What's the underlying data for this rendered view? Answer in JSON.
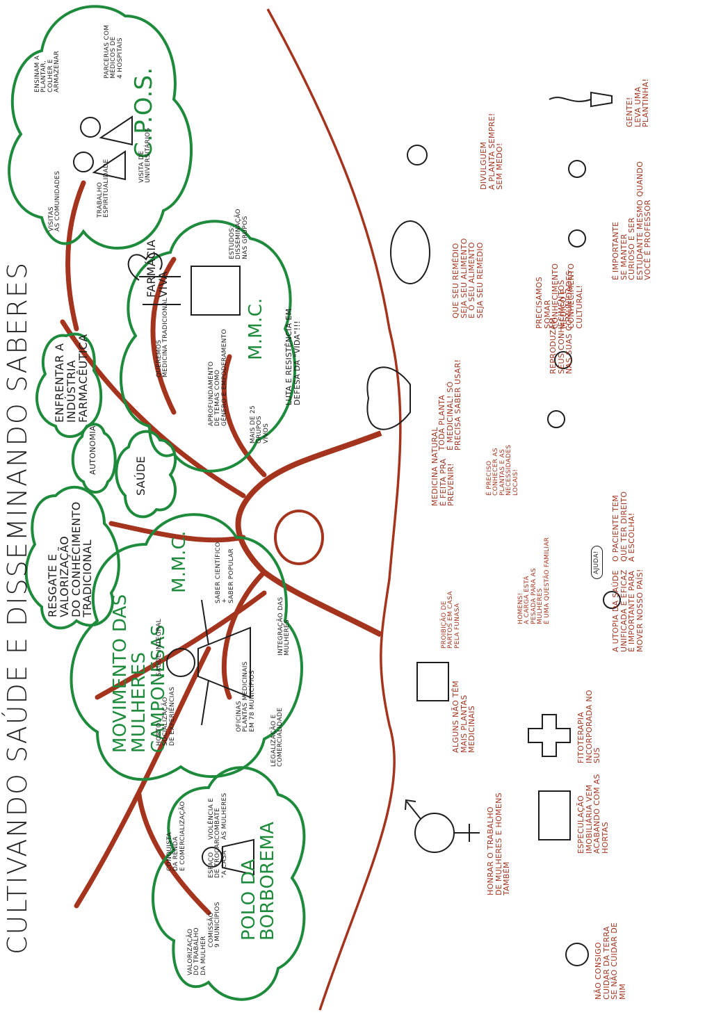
{
  "title": "CULTIVANDO SAÚDE E DISSEMINANDO SABERES",
  "branches": {
    "resgate": "RESGATE e VALORIZAÇÃO\ndo CONHECIMENTO TRADICIONAL",
    "saude": "SAÚDE",
    "autonomia": "AUTONOMIA",
    "enfrentar": "ENFRENTAR A\nINDÚSTRIA FARMACÊUTICA"
  },
  "polo": {
    "name": "POLO DA\nBORBOREMA",
    "items": [
      "VALORIZAÇÃO\ndo TRABALHO\nda MULHER",
      "CONQUISTA\nda RENDA\ne COMERCIALIZAÇÃO",
      "VIOLÊNCIA e\nCOMBATE\nàs MULHERES",
      "ESPAÇO\nDE TROCAR\n\"A CASA\"",
      "COMISSÃO\n9 MUNICÍPIOS"
    ]
  },
  "mmc1": {
    "name": "MOVIMENTO DAS MULHERES\nCAMPONESAS",
    "abbr": "M.M.C.",
    "items": [
      "SAÚDE INTEGRAL",
      "HORTO:\nSOCIALIZAÇÃO\nDE EXPERIÊNCIAS",
      "OFICINAS\nPLANTAS MEDICINAIS\nem 78 MUNICÍPIOS",
      "SABER CIENTÍFICO\n+\nSABER POPULAR",
      "INTEGRAÇÃO DAS\nMULHERES",
      "LEGALIZAÇÃO e\nCOMERCIALIDADE"
    ]
  },
  "mmc2": {
    "name": "M.M.C.",
    "heading": "FARMÁCIA\nVIVA",
    "items": [
      "QUEREMOS\nMEDICINA TRADICIONAL",
      "APROFUNDAMENTO\nde TEMAS como\nGÊNERO e EMPODERAMENTO",
      "ESTUDOS:\nDISSEMINAÇÃO\nNAS GRUPOS",
      "LUTA e RESISTÊNCIA em\nDEFESA da \"VIDA\"!!!",
      "MAIS DE 25\nGRUPOS\nVIVOS"
    ]
  },
  "cpos": {
    "name": "C.P.O.S.",
    "items": [
      "VISITAS\nàs COMUNIDADES",
      "TRABALHO\nESPIRITUALIDADE",
      "ENSINAM A\nPLANTAR,\nCOLHER e\nARMAZENAR",
      "PARCERIAS com\nMÉDICOS de\n4 HOSPITAIS",
      "VISITA de\nUNIVERSITÁRIOS"
    ]
  },
  "roots": [
    "NÃO CONSIGO\nCUIDAR da TERRA\nSE NÃO CUIDAR DE\nMIM",
    "HONRAR o TRABALHO\nde MULHERES e HOMENS\nTAMBÉM",
    "ESPECULAÇÃO\nIMOBILIÁRIA VEM\nACABANDO com as\nHORTAS",
    "FITOTERAPIA\nINCORPORADA no\nSUS",
    "ALGUNS NÃO TÊM\nMAIS PLANTAS\nMEDICINAIS",
    "PROIBIÇÃO DE\nPARTOS em CASA\nPELA FUNASA",
    "A UTOPIA da SAÚDE\nUNIFICADA e EFICAZ\nÉ IMPORTANTE PARA\nMOVER NOSSO PAÍS!",
    "HOMENS!\nA CARGA ESTÁ\nPESADA PARA as\nMULHERES\nÉ UMA QUESTÃO FAMILIAR",
    "MEDICINA NATURAL\né FEITA PRA\nPREVENIR!",
    "O PACIENTE TEM\nQUE TER DIREITO\nA ESCOLHA!",
    "TODA PLANTA\né MEDICINAL! SÓ\nPRECISA SABER USAR!",
    "É PRECISO\nCONHECER AS\nPLANTAS e as\nNECESSIDADES\nLOCAIS!",
    "REPRODUZAM\nSEUS CONHECIMENTOS\nNAS SUAS COMUNIDADES",
    "QUE SEU REMÉDIO\nSEJA SEU ALIMENTO\nE O SEU ALIMENTO\nSEJA SEU REMÉDIO",
    "PRECISAMOS\nSOMAR\nCONHECIMENTO\nMÉDICO e\nCONHECIMENTO\nCULTURAL!",
    "DIVULGUEM\nA PLANTA SEMPRE!\nSEM MEDO!",
    "É IMPORTANTE\nSE MANTER\nCURIOSO E SER\nESTUDANTE MESMO QUANDO\nVOCÊ É PROFESSOR",
    "GENTE!\nLEVA UMA\nPLANTINHA!"
  ],
  "speech": {
    "ajuda": "AJUDA!"
  },
  "colors": {
    "tree": "#a5341e",
    "canopy": "#1e8a3c",
    "ink": "#1d1d1d",
    "faint": "#9aa0a8"
  }
}
